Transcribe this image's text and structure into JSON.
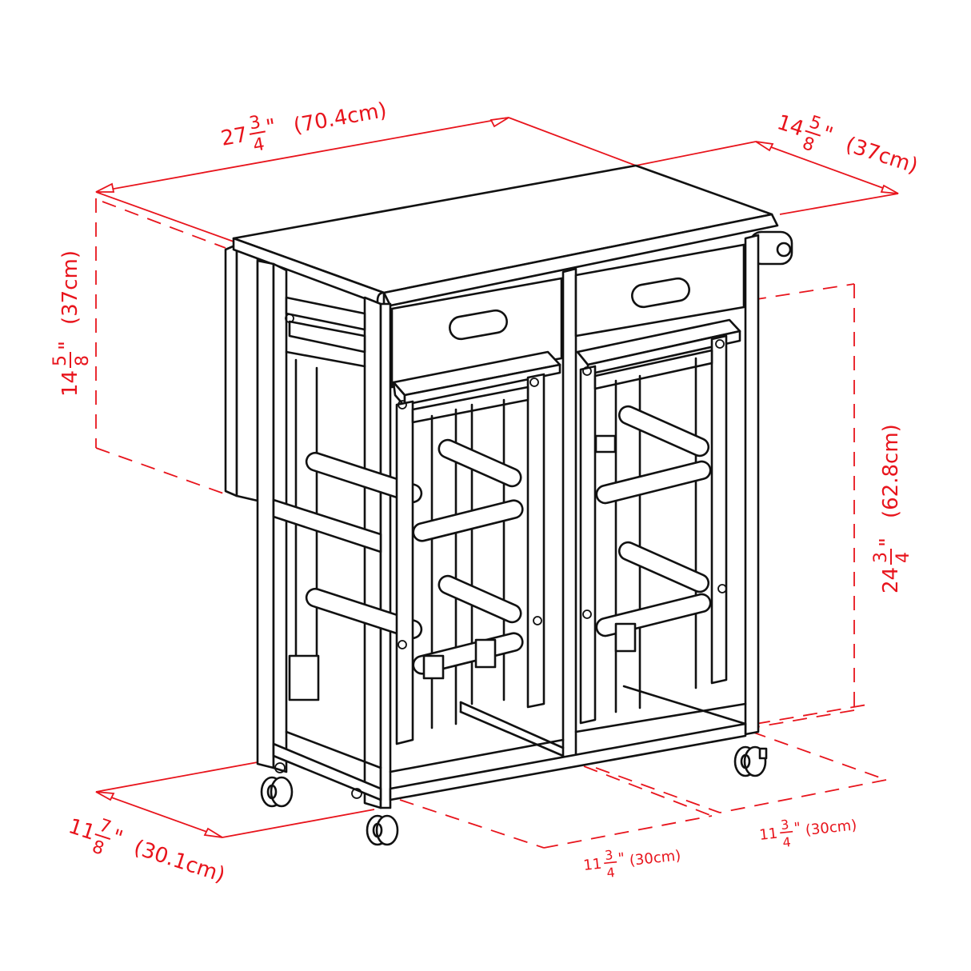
{
  "diagram": {
    "subject": "kitchen cart with drop leaf, two drawers and two stools, on casters",
    "colors": {
      "dimension": "#e8141c",
      "outline": "#111111",
      "background": "#ffffff"
    },
    "dimensions": {
      "overall_width": {
        "whole": "27",
        "num": "3",
        "den": "4",
        "unit": "\"",
        "metric": "(70.4cm)"
      },
      "depth_top": {
        "whole": "14",
        "num": "5",
        "den": "8",
        "unit": "\"",
        "metric": "(37cm)"
      },
      "drop_leaf": {
        "whole": "14",
        "num": "5",
        "den": "8",
        "unit": "\"",
        "metric": "(37cm)"
      },
      "height": {
        "whole": "24",
        "num": "3",
        "den": "4",
        "unit": "\"",
        "metric": "(62.8cm)"
      },
      "depth_base": {
        "whole": "11",
        "num": "7",
        "den": "8",
        "unit": "\"",
        "metric": "(30.1cm)"
      },
      "stool_front": {
        "whole": "11",
        "num": "3",
        "den": "4",
        "unit": "\"",
        "metric": "(30cm)"
      },
      "stool_side": {
        "whole": "11",
        "num": "3",
        "den": "4",
        "unit": "\"",
        "metric": "(30cm)"
      }
    }
  }
}
